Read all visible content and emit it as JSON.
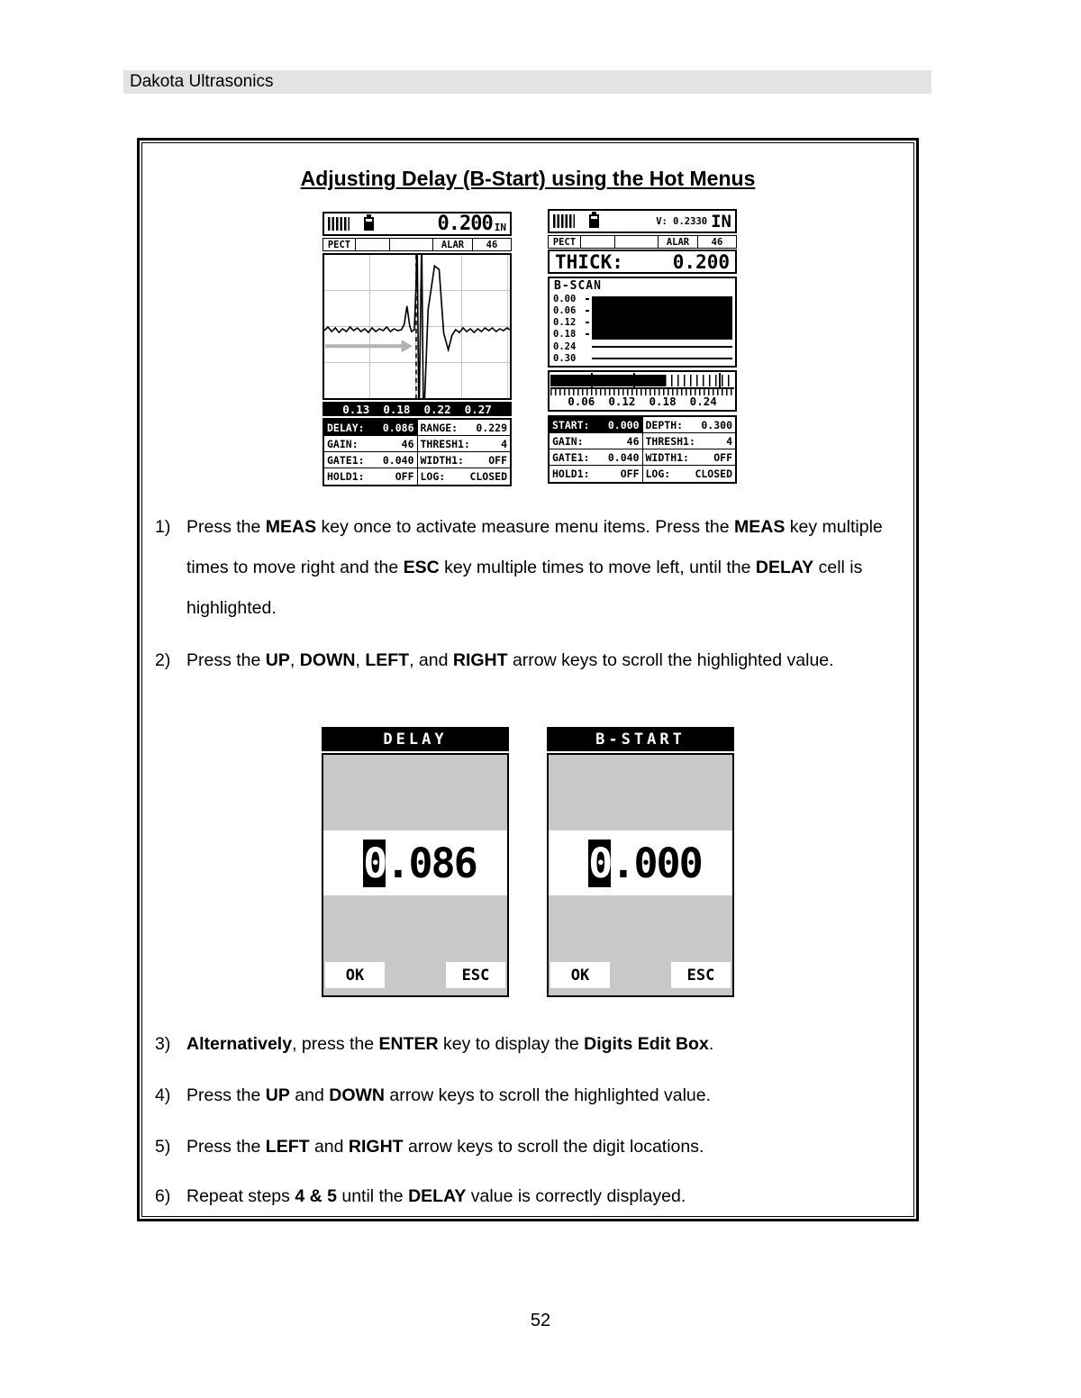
{
  "header": {
    "brand": "Dakota Ultrasonics"
  },
  "title": "Adjusting Delay (B-Start) using the Hot Menus",
  "page_number": "52",
  "colors": {
    "header_bg": "#e3e3e3",
    "dialog_gray": "#c8c8c8",
    "highlight": "#000000",
    "grid": "#c5c5c5",
    "arrow_gray": "#b2b2b2"
  },
  "left_screen": {
    "reading": "0.200",
    "unit": "IN",
    "menu": [
      "PECT",
      "",
      "",
      "ALAR",
      "46"
    ],
    "scale": "0.13  0.18  0.22  0.27",
    "rows": [
      {
        "ll": "DELAY:",
        "lv": "0.086",
        "rl": "RANGE:",
        "rv": "0.229"
      },
      {
        "ll": "GAIN:",
        "lv": "46",
        "rl": "THRESH1:",
        "rv": "4"
      },
      {
        "ll": "GATE1:",
        "lv": "0.040",
        "rl": "WIDTH1:",
        "rv": "OFF"
      },
      {
        "ll": "HOLD1:",
        "lv": "OFF",
        "rl": "LOG:",
        "rv": "CLOSED"
      }
    ]
  },
  "right_screen": {
    "velocity": "V: 0.2330",
    "unit": "IN",
    "menu": [
      "PECT",
      "",
      "",
      "ALAR",
      "46"
    ],
    "thick_label": "THICK:",
    "thick_value": "0.200",
    "bscan_title": "B-SCAN",
    "bscan_labels": [
      "0.00",
      "0.06",
      "0.12",
      "0.18",
      "0.24",
      "0.30"
    ],
    "ruler_labels": "0.06  0.12  0.18  0.24",
    "rows": [
      {
        "ll": "START:",
        "lv": "0.000",
        "rl": "DEPTH:",
        "rv": "0.300"
      },
      {
        "ll": "GAIN:",
        "lv": "46",
        "rl": "THRESH1:",
        "rv": "4"
      },
      {
        "ll": "GATE1:",
        "lv": "0.040",
        "rl": "WIDTH1:",
        "rv": "OFF"
      },
      {
        "ll": "HOLD1:",
        "lv": "OFF",
        "rl": "LOG:",
        "rv": "CLOSED"
      }
    ]
  },
  "instructions": [
    {
      "num": "1)",
      "segments": [
        {
          "t": "Press the "
        },
        {
          "t": "MEAS",
          "b": true
        },
        {
          "t": " key once to activate measure menu items.  Press the "
        },
        {
          "t": "MEAS",
          "b": true
        },
        {
          "t": " key multiple times to move right and the "
        },
        {
          "t": "ESC",
          "b": true
        },
        {
          "t": " key multiple times to move left, until the "
        },
        {
          "t": "DELAY",
          "b": true
        },
        {
          "t": " cell is highlighted."
        }
      ]
    },
    {
      "num": "2)",
      "segments": [
        {
          "t": "Press the "
        },
        {
          "t": "UP",
          "b": true
        },
        {
          "t": ", "
        },
        {
          "t": "DOWN",
          "b": true
        },
        {
          "t": ", "
        },
        {
          "t": "LEFT",
          "b": true
        },
        {
          "t": ", and "
        },
        {
          "t": "RIGHT",
          "b": true
        },
        {
          "t": " arrow keys to scroll the highlighted value."
        }
      ]
    },
    {
      "num": "3)",
      "segments": [
        {
          "t": "Alternatively",
          "b": true
        },
        {
          "t": ", press the "
        },
        {
          "t": "ENTER",
          "b": true
        },
        {
          "t": " key to display the "
        },
        {
          "t": "Digits Edit Box",
          "b": true
        },
        {
          "t": "."
        }
      ]
    },
    {
      "num": "4)",
      "segments": [
        {
          "t": "Press the "
        },
        {
          "t": "UP",
          "b": true
        },
        {
          "t": " and "
        },
        {
          "t": "DOWN",
          "b": true
        },
        {
          "t": " arrow keys to scroll the highlighted value."
        }
      ]
    },
    {
      "num": "5)",
      "segments": [
        {
          "t": "Press the "
        },
        {
          "t": "LEFT",
          "b": true
        },
        {
          "t": " and "
        },
        {
          "t": "RIGHT",
          "b": true
        },
        {
          "t": " arrow keys to scroll the digit locations."
        }
      ]
    },
    {
      "num": "6)",
      "segments": [
        {
          "t": "Repeat steps "
        },
        {
          "t": "4 & 5",
          "b": true
        },
        {
          "t": " until the "
        },
        {
          "t": "DELAY",
          "b": true
        },
        {
          "t": " value is correctly displayed."
        }
      ]
    }
  ],
  "dialogs": [
    {
      "title": "DELAY",
      "digit_hl": "0",
      "digit_rest": ".086",
      "ok": "OK",
      "esc": "ESC"
    },
    {
      "title": "B-START",
      "digit_hl": "0",
      "digit_rest": ".000",
      "ok": "OK",
      "esc": "ESC"
    }
  ]
}
